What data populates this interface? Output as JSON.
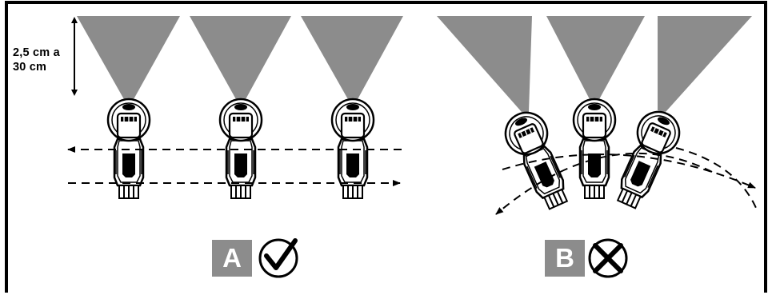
{
  "distance": {
    "line1": "2,5 cm a",
    "line2": "30 cm"
  },
  "panels": [
    {
      "letter": "A",
      "verdict": "check-icon"
    },
    {
      "letter": "B",
      "verdict": "cross-icon"
    }
  ],
  "colors": {
    "beam": "#8c8c8c",
    "badge": "#8c8c8c",
    "outline": "#000000",
    "background": "#ffffff"
  }
}
